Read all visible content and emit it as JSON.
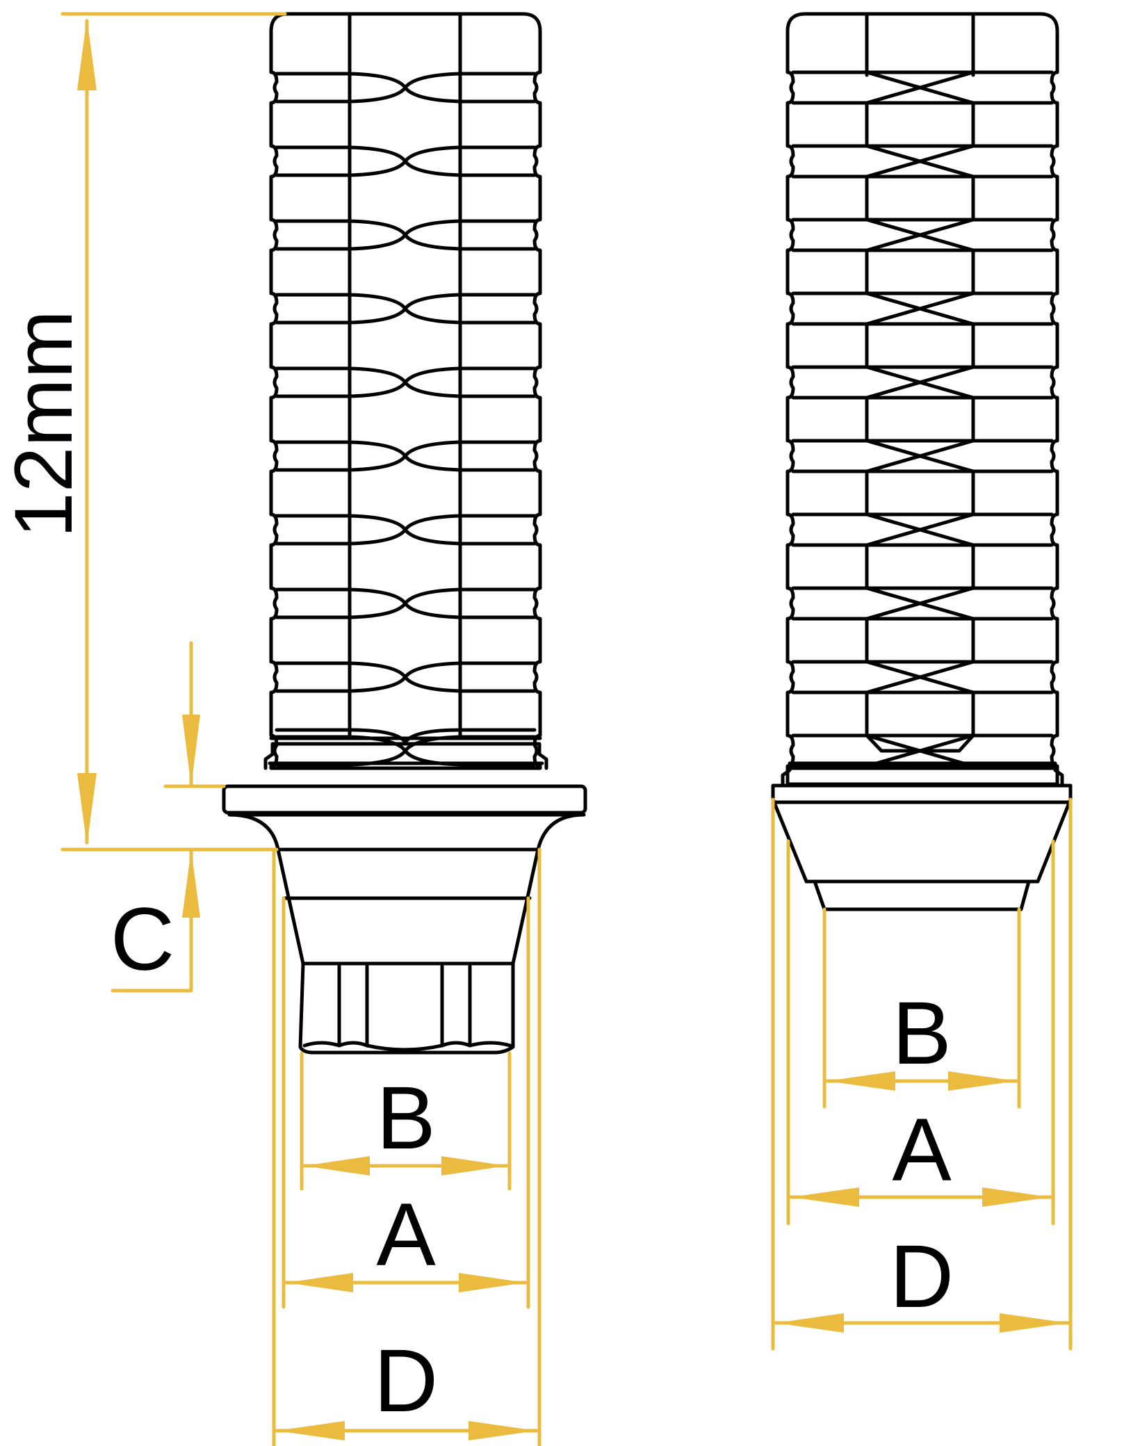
{
  "labels": {
    "height": "12mm",
    "collar": "C",
    "left": {
      "b": "B",
      "a": "A",
      "d": "D"
    },
    "right": {
      "b": "B",
      "a": "A",
      "d": "D"
    }
  },
  "colors": {
    "dimension": "#EABB3F",
    "outline": "#000000",
    "fill": "#ffffff"
  },
  "components": {
    "left": "hex-engaging-abutment",
    "right": "non-engaging-abutment"
  }
}
